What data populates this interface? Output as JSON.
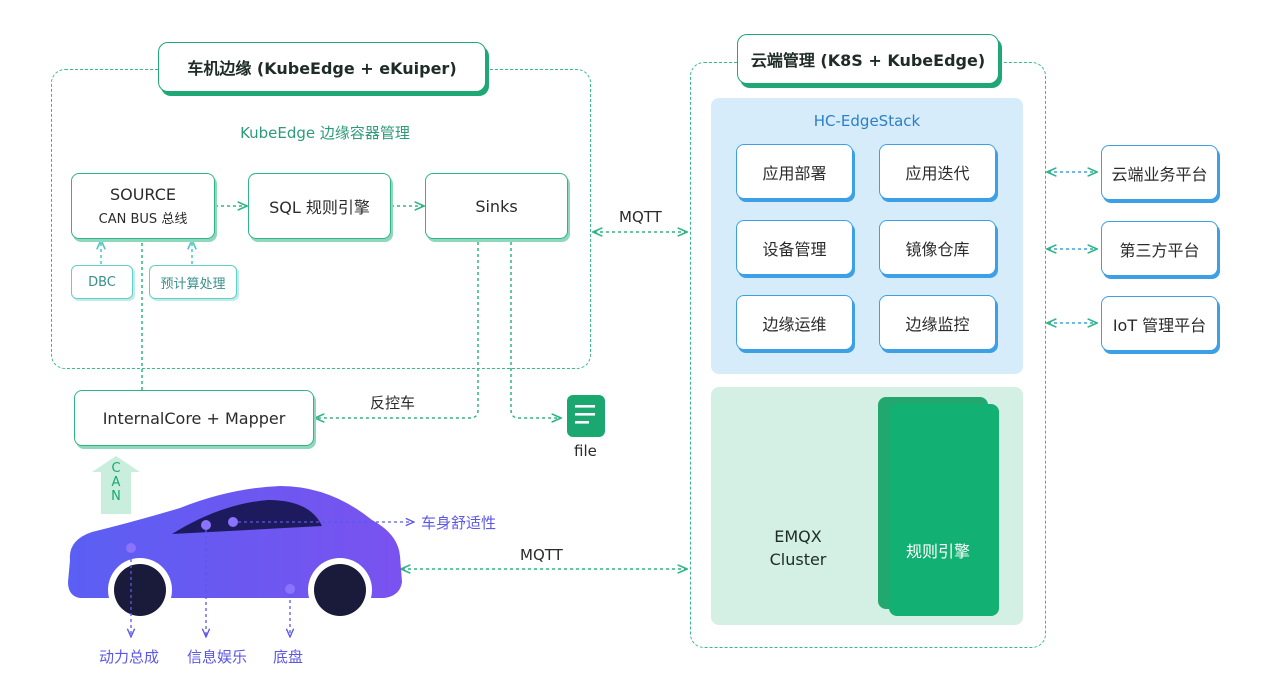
{
  "edge": {
    "title": "车机边缘 (KubeEdge + eKuiper)",
    "container_label": "KubeEdge 边缘容器管理",
    "source": {
      "title": "SOURCE",
      "subtitle": "CAN BUS 总线"
    },
    "sql_engine": "SQL 规则引擎",
    "sinks": "Sinks",
    "dbc": "DBC",
    "precompute": "预计算处理"
  },
  "internal_core": "InternalCore + Mapper",
  "reverse_control": "反控车",
  "file_label": "file",
  "can_arrow_label": "CAN",
  "mqtt_top": "MQTT",
  "mqtt_bottom": "MQTT",
  "car": {
    "comfort": "车身舒适性",
    "powertrain": "动力总成",
    "infotainment": "信息娱乐",
    "chassis": "底盘"
  },
  "cloud": {
    "title": "云端管理 (K8S + KubeEdge)",
    "stack_title": "HC-EdgeStack",
    "modules": [
      "应用部署",
      "应用迭代",
      "设备管理",
      "镜像仓库",
      "边缘运维",
      "边缘监控"
    ],
    "emqx": {
      "line1": "EMQX",
      "line2": "Cluster"
    },
    "rule_engine": "规则引擎"
  },
  "platforms": [
    "云端业务平台",
    "第三方平台",
    "IoT 管理平台"
  ],
  "colors": {
    "green": "#1fa776",
    "teal": "#5fd0c9",
    "blue_panel": "#d6ecfb",
    "green_panel": "#d4f0e4",
    "purple": "#5b57e8",
    "car_body": "#6a5cf0"
  }
}
